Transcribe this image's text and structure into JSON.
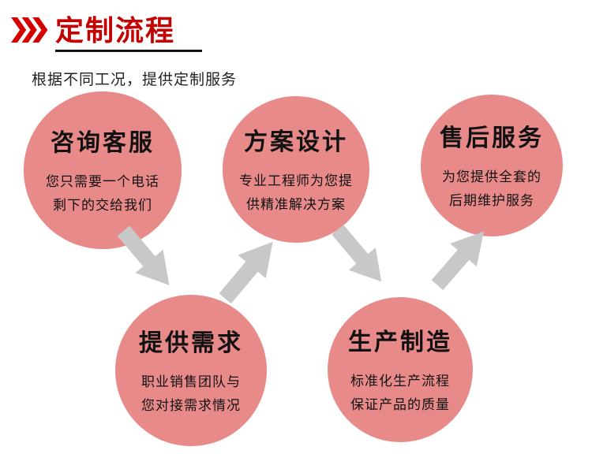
{
  "header": {
    "title": "定制流程",
    "subtitle": "根据不同工况，提供定制服务",
    "icon": "triple-chevron-right"
  },
  "colors": {
    "accent_red": "#d40000",
    "title_red": "#c30101",
    "circle_fill": "#e98a8a",
    "arrow_fill": "#c8c8c8",
    "text_color": "#1a1a1a",
    "underline_black": "#111111"
  },
  "steps": [
    {
      "id": "consult",
      "title": "咨询客服",
      "desc": [
        "您只需要一个电话",
        "剩下的交给我们"
      ]
    },
    {
      "id": "design",
      "title": "方案设计",
      "desc": [
        "专业工程师为您提",
        "供精准解决方案"
      ]
    },
    {
      "id": "after-sales",
      "title": "售后服务",
      "desc": [
        "为您提供全套的",
        "后期维护服务"
      ]
    },
    {
      "id": "requirements",
      "title": "提供需求",
      "desc": [
        "职业销售团队与",
        "您对接需求情况"
      ]
    },
    {
      "id": "production",
      "title": "生产制造",
      "desc": [
        "标准化生产流程",
        "保证产品的质量"
      ]
    }
  ],
  "connectors": [
    {
      "from": "consult",
      "to": "requirements",
      "direction": "down-right"
    },
    {
      "from": "requirements",
      "to": "design",
      "direction": "up-right"
    },
    {
      "from": "design",
      "to": "production",
      "direction": "down-right"
    },
    {
      "from": "production",
      "to": "after-sales",
      "direction": "up-right"
    }
  ]
}
